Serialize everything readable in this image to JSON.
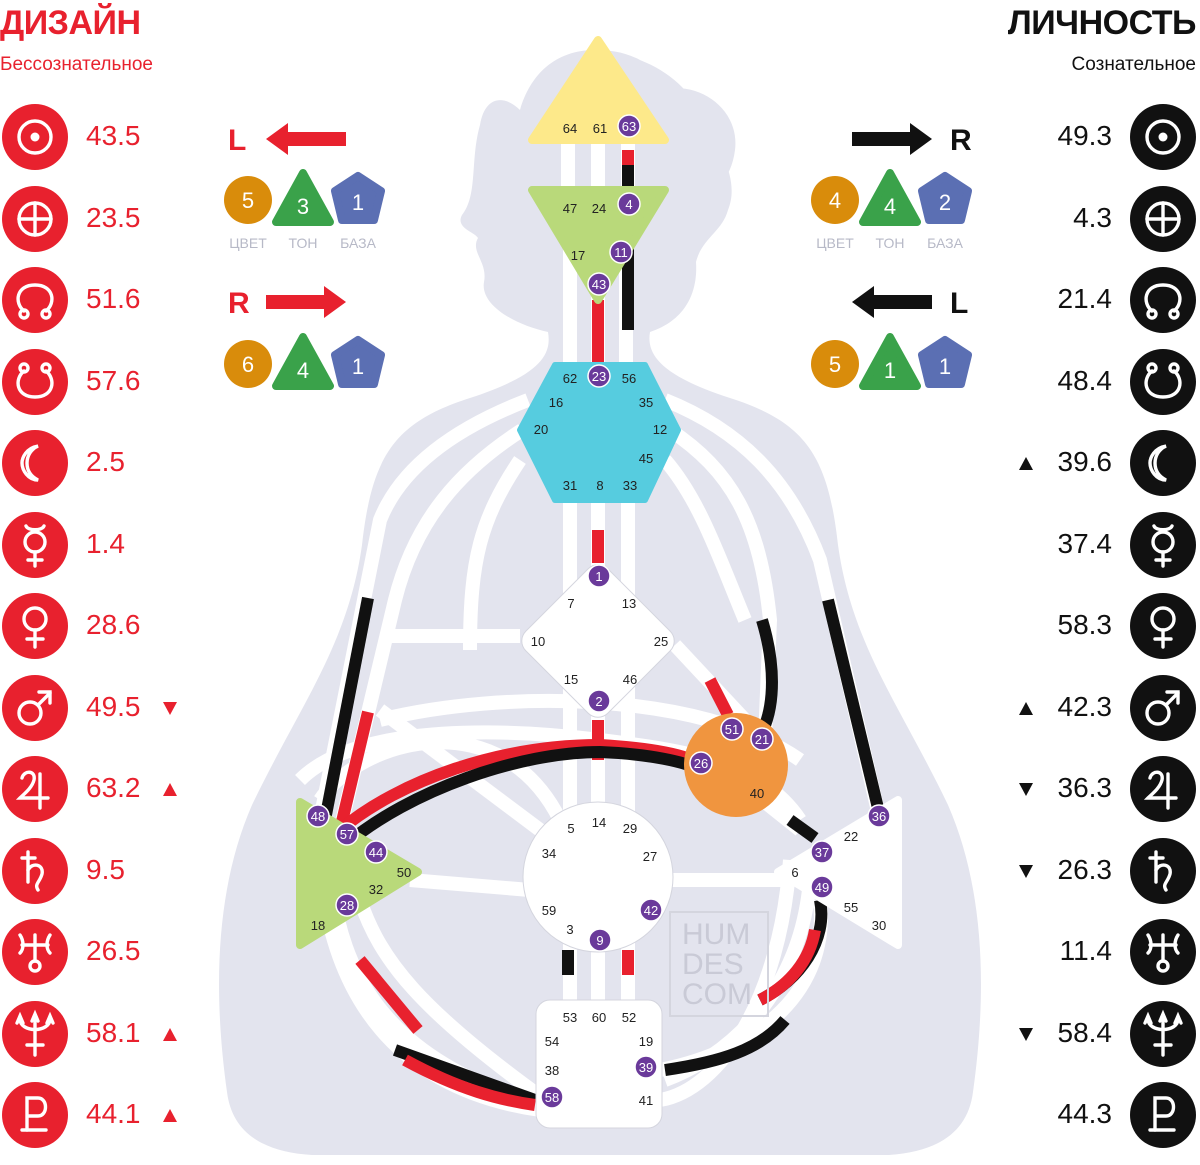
{
  "design": {
    "title": "ДИЗАЙН",
    "subtitle": "Бессознательное",
    "color": "#e8212e"
  },
  "personality": {
    "title": "ЛИЧНОСТЬ",
    "subtitle": "Сознательное",
    "color": "#111111"
  },
  "planets": [
    {
      "icon": "sun-icon",
      "design": "43.5",
      "design_mark": "",
      "personality": "49.3",
      "personality_mark": ""
    },
    {
      "icon": "earth-icon",
      "design": "23.5",
      "design_mark": "",
      "personality": "4.3",
      "personality_mark": ""
    },
    {
      "icon": "north-node-icon",
      "design": "51.6",
      "design_mark": "",
      "personality": "21.4",
      "personality_mark": ""
    },
    {
      "icon": "south-node-icon",
      "design": "57.6",
      "design_mark": "",
      "personality": "48.4",
      "personality_mark": ""
    },
    {
      "icon": "moon-icon",
      "design": "2.5",
      "design_mark": "",
      "personality": "39.6",
      "personality_mark": "up"
    },
    {
      "icon": "mercury-icon",
      "design": "1.4",
      "design_mark": "",
      "personality": "37.4",
      "personality_mark": ""
    },
    {
      "icon": "venus-icon",
      "design": "28.6",
      "design_mark": "",
      "personality": "58.3",
      "personality_mark": ""
    },
    {
      "icon": "mars-icon",
      "design": "49.5",
      "design_mark": "down",
      "personality": "42.3",
      "personality_mark": "up"
    },
    {
      "icon": "jupiter-icon",
      "design": "63.2",
      "design_mark": "up",
      "personality": "36.3",
      "personality_mark": "down"
    },
    {
      "icon": "saturn-icon",
      "design": "9.5",
      "design_mark": "",
      "personality": "26.3",
      "personality_mark": "down"
    },
    {
      "icon": "uranus-icon",
      "design": "26.5",
      "design_mark": "",
      "personality": "11.4",
      "personality_mark": ""
    },
    {
      "icon": "neptune-icon",
      "design": "58.1",
      "design_mark": "up",
      "personality": "58.4",
      "personality_mark": "down"
    },
    {
      "icon": "pluto-icon",
      "design": "44.1",
      "design_mark": "up",
      "personality": "44.3",
      "personality_mark": ""
    }
  ],
  "variables": {
    "design_top": {
      "arrow": "L",
      "color": "5",
      "tone": "3",
      "base": "1"
    },
    "design_bottom": {
      "arrow": "R",
      "color": "6",
      "tone": "4",
      "base": "1"
    },
    "pers_top": {
      "arrow": "R",
      "color": "4",
      "tone": "4",
      "base": "2"
    },
    "pers_bottom": {
      "arrow": "L",
      "color": "5",
      "tone": "1",
      "base": "1"
    },
    "labels": {
      "color": "ЦВЕТ",
      "tone": "ТОН",
      "base": "БАЗА"
    },
    "colors": {
      "color": "#d98c0b",
      "tone": "#3aa24a",
      "base": "#5b6fb3"
    }
  },
  "centers": {
    "head": {
      "color": "#fde98a",
      "gates": [
        "64",
        "61",
        "63"
      ]
    },
    "ajna": {
      "color": "#b9d97a",
      "gates": [
        "47",
        "24",
        "4",
        "17",
        "11",
        "43"
      ]
    },
    "throat": {
      "color": "#56ccdf",
      "gates": [
        "62",
        "23",
        "56",
        "16",
        "35",
        "20",
        "12",
        "45",
        "31",
        "8",
        "33"
      ]
    },
    "g": {
      "color": "#ffffff",
      "gates": [
        "1",
        "7",
        "13",
        "10",
        "25",
        "15",
        "46",
        "2"
      ]
    },
    "heart": {
      "color": "#f0953f",
      "gates": [
        "51",
        "21",
        "26",
        "40"
      ]
    },
    "spleen": {
      "color": "#b9d97a",
      "gates": [
        "48",
        "57",
        "44",
        "50",
        "32",
        "28",
        "18"
      ]
    },
    "sacral": {
      "color": "#ffffff",
      "gates": [
        "5",
        "14",
        "29",
        "34",
        "27",
        "59",
        "42",
        "3",
        "9"
      ]
    },
    "solar": {
      "color": "#ffffff",
      "gates": [
        "36",
        "22",
        "37",
        "6",
        "49",
        "55",
        "30"
      ]
    },
    "root": {
      "color": "#ffffff",
      "gates": [
        "53",
        "60",
        "52",
        "54",
        "19",
        "38",
        "39",
        "58",
        "41"
      ]
    }
  },
  "watermark": [
    "HUM",
    "DES",
    "COM"
  ],
  "palette": {
    "body": "#e3e4ee",
    "channel": "#ffffff",
    "active_design": "#e8212e",
    "active_pers": "#111111",
    "gate_active": "#6a3a9a"
  }
}
